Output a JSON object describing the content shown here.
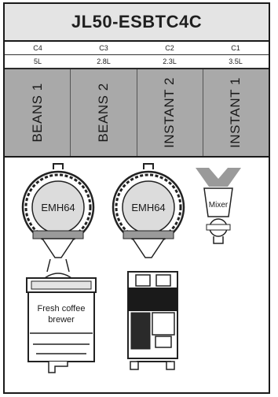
{
  "header": {
    "model": "JL50-ESBTC4C"
  },
  "canisters": [
    {
      "code": "C4",
      "size": "5L",
      "label": "BEANS 1"
    },
    {
      "code": "C3",
      "size": "2.8L",
      "label": "BEANS 2"
    },
    {
      "code": "C2",
      "size": "2.3L",
      "label": "INSTANT 2"
    },
    {
      "code": "C1",
      "size": "3.5L",
      "label": "INSTANT 1"
    }
  ],
  "components": {
    "grinder_1": "EMH64",
    "grinder_2": "EMH64",
    "mixer": "Mixer",
    "brewer_line1": "Fresh coffee",
    "brewer_line2": "brewer"
  }
}
